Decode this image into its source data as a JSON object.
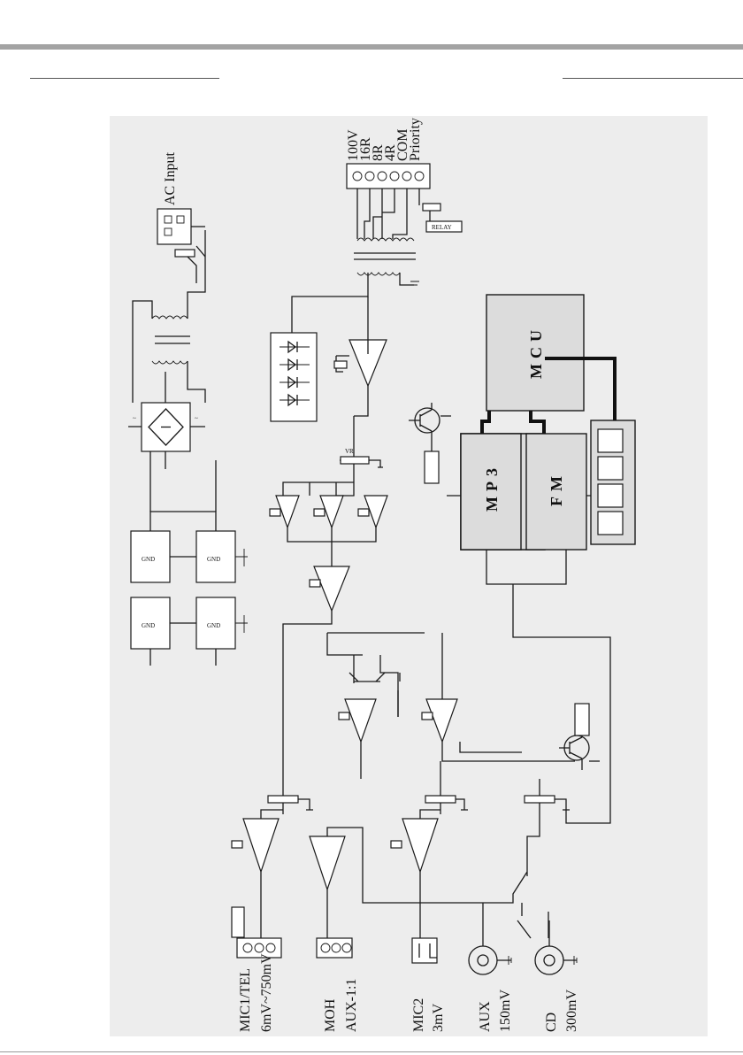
{
  "inputs": {
    "mic1": {
      "line1": "MIC1/TEL",
      "line2": "6mV~750mV"
    },
    "moh": {
      "line1": "MOH",
      "line2": "AUX-1:1"
    },
    "mic2": {
      "line1": "MIC2",
      "line2": "3mV"
    },
    "aux": {
      "line1": "AUX",
      "line2": "150mV"
    },
    "cd": {
      "line1": "CD",
      "line2": "300mV"
    }
  },
  "outputs": {
    "labels": [
      "100V",
      "16R",
      "8R",
      "4R",
      "COM",
      "Priority"
    ]
  },
  "power": {
    "ac_input": "AC Input"
  },
  "blocks": {
    "mcu": "MCU",
    "mp3": "MP3",
    "fm": "FM"
  }
}
